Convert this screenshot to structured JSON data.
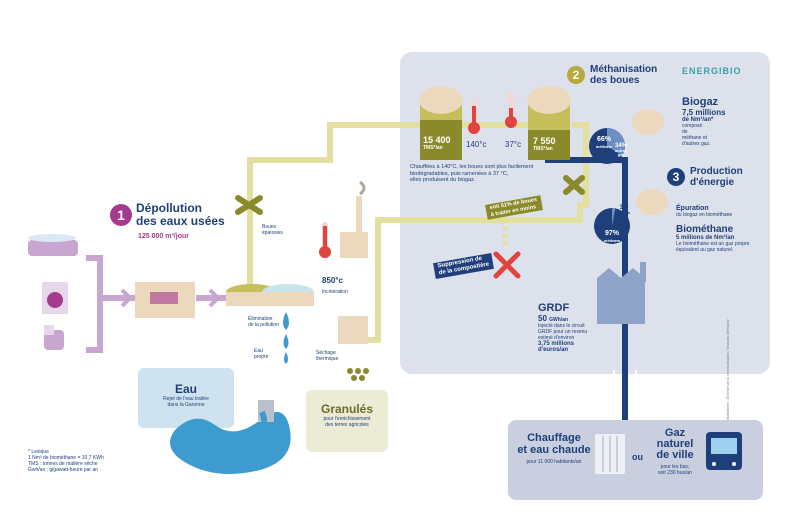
{
  "stage1": {
    "number": "1",
    "title_line1": "Dépollution",
    "title_line2": "des eaux usées",
    "flow": "125 000 m³/jour"
  },
  "stage2": {
    "number": "2",
    "title_line1": "Méthanisation",
    "title_line2": "des boues",
    "logo": "ENERGIBIO"
  },
  "stage3": {
    "number": "3",
    "title_line1": "Production",
    "title_line2": "d'énergie"
  },
  "digester1": {
    "value": "15 400",
    "unit": "TMS*/an"
  },
  "digester2": {
    "value": "7 550",
    "unit": "TMS*/an"
  },
  "temp1": "140°c",
  "temp2": "37°c",
  "heating_text_1": "Chauffées à 140°C, les boues sont plus facilement",
  "heating_text_2": "biodégradables, puis ramenées à 37 °C,",
  "heating_text_3": "elles produisent du biogaz.",
  "reduction_line1": "soit 51% de boues",
  "reduction_line2": "à traiter en moins",
  "compost_line1": "Suppression de",
  "compost_line2": "de la compostière",
  "boues_epaissies_1": "Boues",
  "boues_epaissies_2": "épaissies",
  "elimination_1": "Élimination",
  "elimination_2": "de la pollution",
  "eau_propre_1": "Eau",
  "eau_propre_2": "propre",
  "incineration_temp": "850°c",
  "incineration_label": "Incinération",
  "sechage_1": "Séchage",
  "sechage_2": "thermique",
  "granules": {
    "title": "Granulés",
    "line1": "pour l'enrichissement",
    "line2": "des terres agricoles"
  },
  "eau": {
    "title": "Eau",
    "line1": "Rejet de l'eau traitée",
    "line2": "dans la Garonne"
  },
  "biogaz": {
    "title": "Biogaz",
    "line1": "7,5 millions",
    "line2": "de Nm³/an*",
    "line3": "composé",
    "line4": "de",
    "line5": "méthane et",
    "line6": "d'autres gaz."
  },
  "pie1": {
    "methane_pct": "66%",
    "methane_label": "méthane",
    "other_pct": "34%",
    "other_label_1": "autres",
    "other_label_2": "gaz",
    "methane_fraction": 0.66
  },
  "pie2": {
    "methane_pct": "97%",
    "methane_label": "méthane",
    "other_pct": "3%",
    "other_label_1": "autres",
    "other_label_2": "gaz",
    "methane_fraction": 0.97
  },
  "epuration_1": "Épuration",
  "epuration_2": "du biogaz en biométhane",
  "biomethane": {
    "title": "Biométhane",
    "line1": "5 millions de Nm³/an",
    "line2": "Le biométhane est un gaz propre",
    "line3": "équivalent au gaz naturel."
  },
  "grdf": {
    "title": "GRDF",
    "value": "50",
    "unit": "GWh/an",
    "line1": "Injecté dans le circuit",
    "line2": "GRDF pour un revenu",
    "line3": "estimé d'environ",
    "line4": "3,75 millions",
    "line5": "d'euros/an"
  },
  "chauffage": {
    "title_1": "Chauffage",
    "title_2": "et eau chaude",
    "line1": "pour 11 000 habitants/an"
  },
  "ou": "ou",
  "gaz_naturel": {
    "title_1": "Gaz",
    "title_2": "naturel",
    "title_3": "de ville",
    "line1": "pour les bus,",
    "line2": "soit 230 bus/an"
  },
  "lexique": {
    "title": "* Lexique",
    "line1": "1 Nm³ de biométhane = 10,7 KWh",
    "line2": "TMS : tonnes de matière sèche",
    "line3": "Gwh/an : gigawatt-heure par an"
  },
  "credits": "Illustrations : Direction de la communication / Toulouse Métropole",
  "colors": {
    "navy": "#1f3f7a",
    "olive": "#8a8a2a",
    "purple": "#a43a8d",
    "panel": "#dde1ec",
    "water": "#3d9bd0",
    "gold": "#c9b84c"
  }
}
